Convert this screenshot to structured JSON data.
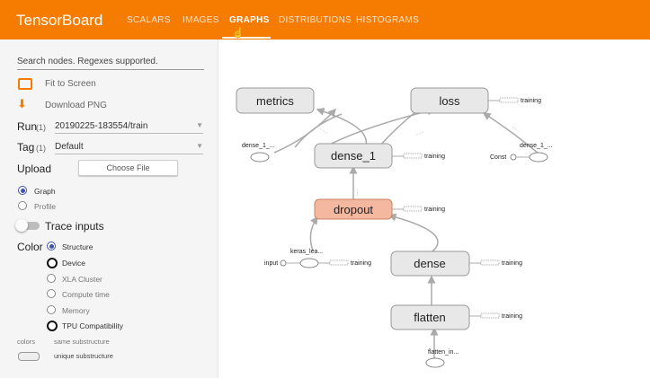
{
  "app": {
    "title": "TensorBoard"
  },
  "tabs": [
    "SCALARS",
    "IMAGES",
    "GRAPHS",
    "DISTRIBUTIONS",
    "HISTOGRAMS"
  ],
  "sidebar": {
    "search_placeholder": "Search nodes. Regexes supported.",
    "fit_to_screen": "Fit to Screen",
    "download_png": "Download PNG",
    "run_label": "Run",
    "run_count": "(1)",
    "run_value": "20190225-183554/train",
    "tag_label": "Tag",
    "tag_count": "(1)",
    "tag_value": "Default",
    "upload_label": "Upload",
    "choose_file": "Choose File",
    "mode_options": [
      "Graph",
      "Profile"
    ],
    "trace_inputs": "Trace inputs",
    "color_label": "Color",
    "color_options": [
      "Structure",
      "Device",
      "XLA Cluster",
      "Compute time",
      "Memory",
      "TPU Compatibility"
    ],
    "legend_colors": "colors",
    "legend_same": "same substructure",
    "legend_unique": "unique substructure"
  },
  "graph": {
    "nodes": {
      "metrics": "metrics",
      "loss": "loss",
      "dense_1": "dense_1",
      "dropout": "dropout",
      "dense": "dense",
      "flatten": "flatten"
    },
    "aux": {
      "dense_1_left": "dense_1_...",
      "dense_1_right": "dense_1_...",
      "const": "Const",
      "keras_lea": "keras_lea...",
      "input": "input",
      "flatten_in": "flatten_in...",
      "training": "training"
    }
  }
}
